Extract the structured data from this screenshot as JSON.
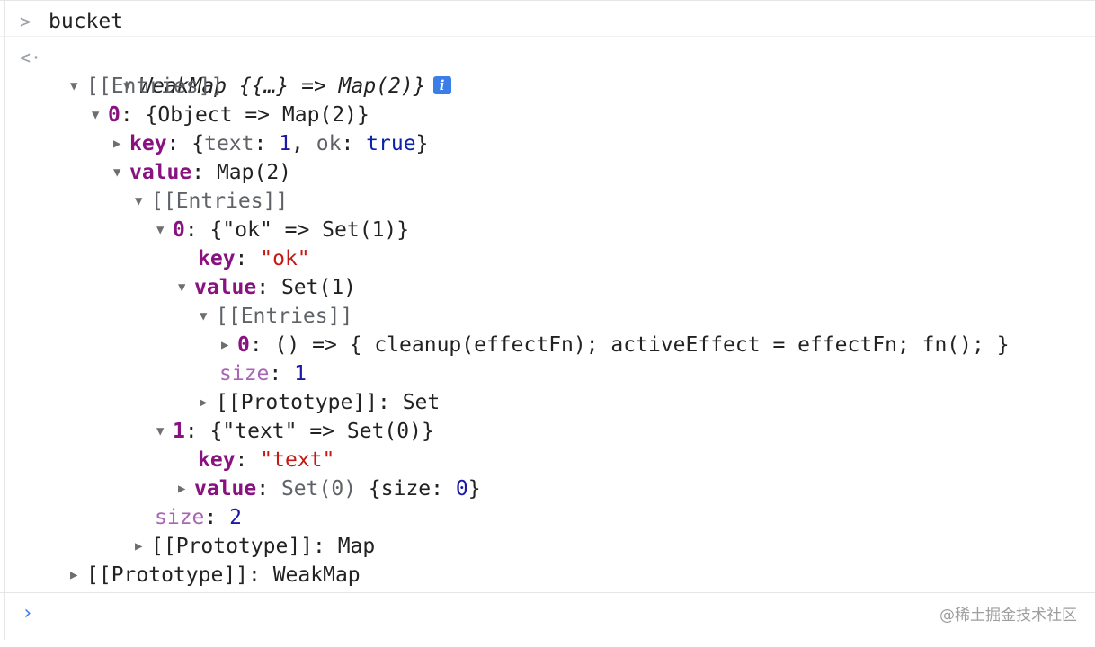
{
  "console": {
    "input_marker": ">",
    "result_marker": "<·",
    "input_command": "bucket",
    "root_summary": "WeakMap {{…} => Map(2)}",
    "info_icon_glyph": "i",
    "entries_label": "[[Entries]]",
    "entry0_index": "0",
    "entry0_summary": ": {Object => Map(2)}",
    "key_label": "key",
    "value_label": "value",
    "key_obj": {
      "open": ": {",
      "text_prop": "text",
      "colon_sp": ": ",
      "text_val": "1",
      "comma": ", ",
      "ok_prop": "ok",
      "ok_val": "true",
      "close": "}"
    },
    "value_map_summary": ": Map(2)",
    "map_entries_label": "[[Entries]]",
    "map_entry0_index": "0",
    "map_entry0_summary": ": {\"ok\" => Set(1)}",
    "map_entry0_key": "\"ok\"",
    "map_entry0_value_summary": ": Set(1)",
    "set_entries_label": "[[Entries]]",
    "set_entry0_index": "0",
    "set_entry0_summary": ": () => { cleanup(effectFn); activeEffect = effectFn; fn(); }",
    "size_label": "size",
    "set_size_value": "1",
    "set_prototype": "[[Prototype]]: Set",
    "map_entry1_index": "1",
    "map_entry1_summary": ": {\"text\" => Set(0)}",
    "map_entry1_key": "\"text\"",
    "map_entry1_value_set": "Set(0)",
    "map_entry1_value_open": " {",
    "map_entry1_value_size_label": "size",
    "map_entry1_value_size_val": "0",
    "map_entry1_value_close": "}",
    "map_size_value": "2",
    "map_prototype": "[[Prototype]]: Map",
    "weakmap_prototype": "[[Prototype]]: WeakMap",
    "prompt_caret": "›"
  },
  "watermark": "@稀土掘金技术社区"
}
